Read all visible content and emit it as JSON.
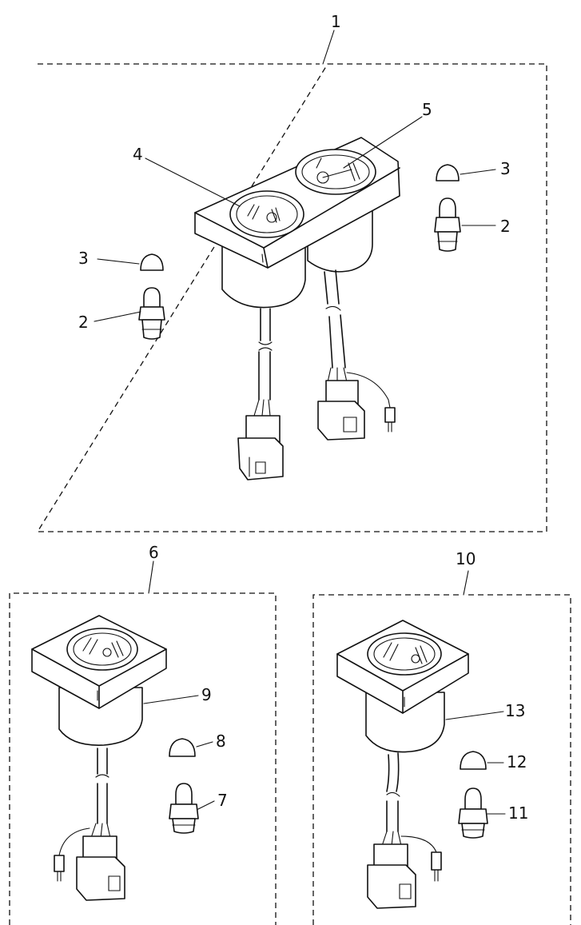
{
  "callouts": {
    "c1": "1",
    "c2a": "2",
    "c2b": "2",
    "c3a": "3",
    "c3b": "3",
    "c4": "4",
    "c5": "5",
    "c6": "6",
    "c7": "7",
    "c8": "8",
    "c9": "9",
    "c10": "10",
    "c11": "11",
    "c12": "12",
    "c13": "13"
  }
}
